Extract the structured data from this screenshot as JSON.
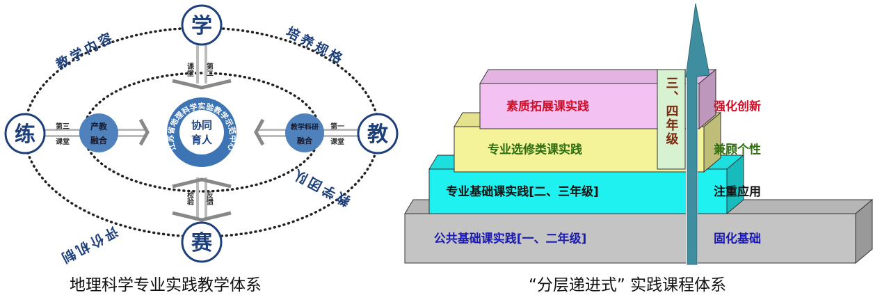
{
  "left_diagram": {
    "nodes": {
      "top": "学",
      "left": "练",
      "right": "教",
      "bottom": "赛"
    },
    "arc_labels": {
      "top_left": "教学内容",
      "top_right": "培养规格",
      "bottom_left": "评价机制",
      "bottom_right": "教学团队"
    },
    "center": {
      "title_line1": "协同",
      "title_line2": "育人",
      "ring_text": "江苏省地理科学实验教学示范中心"
    },
    "left_circle": {
      "line1": "产教",
      "line2": "融合"
    },
    "right_circle": {
      "line1": "教学科研",
      "line2": "融合"
    },
    "connectors": {
      "top": [
        "第二",
        "课堂"
      ],
      "left": [
        "第三",
        "课堂"
      ],
      "right": [
        "第一",
        "课堂"
      ],
      "bottom": [
        "反馈",
        "检验"
      ]
    },
    "caption": "地理科学专业实践教学体系"
  },
  "right_diagram": {
    "layers": [
      {
        "label": "素质拓展课实践",
        "goal": "强化创新",
        "color": "#f4c2f2",
        "text_color": "#d0102a"
      },
      {
        "label": "专业选修类课实践",
        "goal": "兼顾个性",
        "color": "#f5f39a",
        "text_color": "#2f6e10"
      },
      {
        "label": "专业基础课实践[二、三年级]",
        "goal": "注重应用",
        "color": "#1ff0f0",
        "text_color": "#111111"
      },
      {
        "label": "公共基础课实践[一、二年级]",
        "goal": "固化基础",
        "color": "#c4c4c4",
        "text_color": "#1a1ab0"
      }
    ],
    "grade_tag": "三、四年级",
    "arrow_color": "#3f8ea0",
    "caption": "“分层递进式” 实践课程体系"
  }
}
